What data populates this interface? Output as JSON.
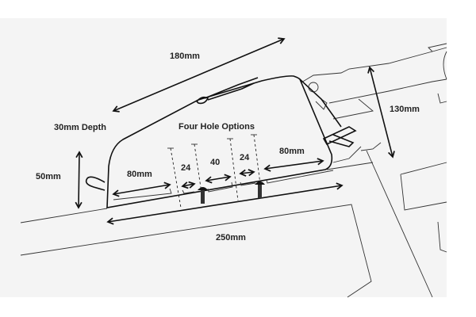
{
  "diagram": {
    "title": "Four Hole Options",
    "labels": {
      "length_top": "180mm",
      "depth": "30mm Depth",
      "height": "50mm",
      "head_height": "130mm",
      "base_length": "250mm",
      "left_offset": "80mm",
      "right_offset": "80mm",
      "gap_left": "24",
      "gap_middle": "40",
      "gap_right": "24"
    },
    "colors": {
      "background": "#f4f4f4",
      "line": "#111111"
    }
  }
}
